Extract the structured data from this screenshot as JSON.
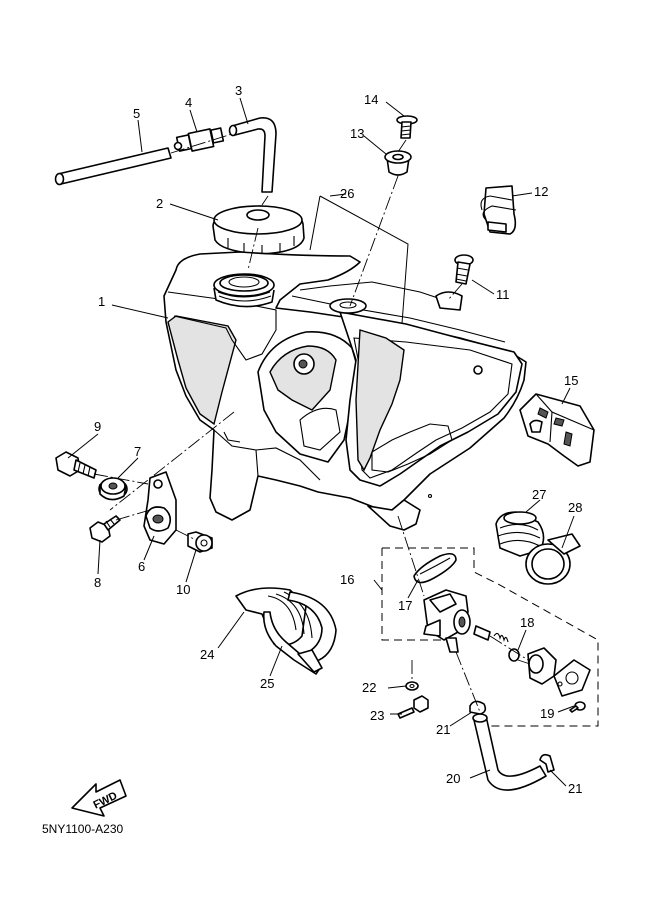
{
  "diagram_code": "5NY1100-A230",
  "fwd_label": "FWD",
  "callouts": [
    {
      "id": "c1",
      "label": "1"
    },
    {
      "id": "c2",
      "label": "2"
    },
    {
      "id": "c3",
      "label": "3"
    },
    {
      "id": "c4",
      "label": "4"
    },
    {
      "id": "c5",
      "label": "5"
    },
    {
      "id": "c6",
      "label": "6"
    },
    {
      "id": "c7",
      "label": "7"
    },
    {
      "id": "c8",
      "label": "8"
    },
    {
      "id": "c9",
      "label": "9"
    },
    {
      "id": "c10",
      "label": "10"
    },
    {
      "id": "c11",
      "label": "11"
    },
    {
      "id": "c12",
      "label": "12"
    },
    {
      "id": "c13",
      "label": "13"
    },
    {
      "id": "c14",
      "label": "14"
    },
    {
      "id": "c15",
      "label": "15"
    },
    {
      "id": "c16",
      "label": "16"
    },
    {
      "id": "c17",
      "label": "17"
    },
    {
      "id": "c18",
      "label": "18"
    },
    {
      "id": "c19",
      "label": "19"
    },
    {
      "id": "c20",
      "label": "20"
    },
    {
      "id": "c21a",
      "label": "21"
    },
    {
      "id": "c21b",
      "label": "21"
    },
    {
      "id": "c22",
      "label": "22"
    },
    {
      "id": "c23",
      "label": "23"
    },
    {
      "id": "c24",
      "label": "24"
    },
    {
      "id": "c25",
      "label": "25"
    },
    {
      "id": "c26",
      "label": "26"
    },
    {
      "id": "c27",
      "label": "27"
    },
    {
      "id": "c28",
      "label": "28"
    }
  ]
}
